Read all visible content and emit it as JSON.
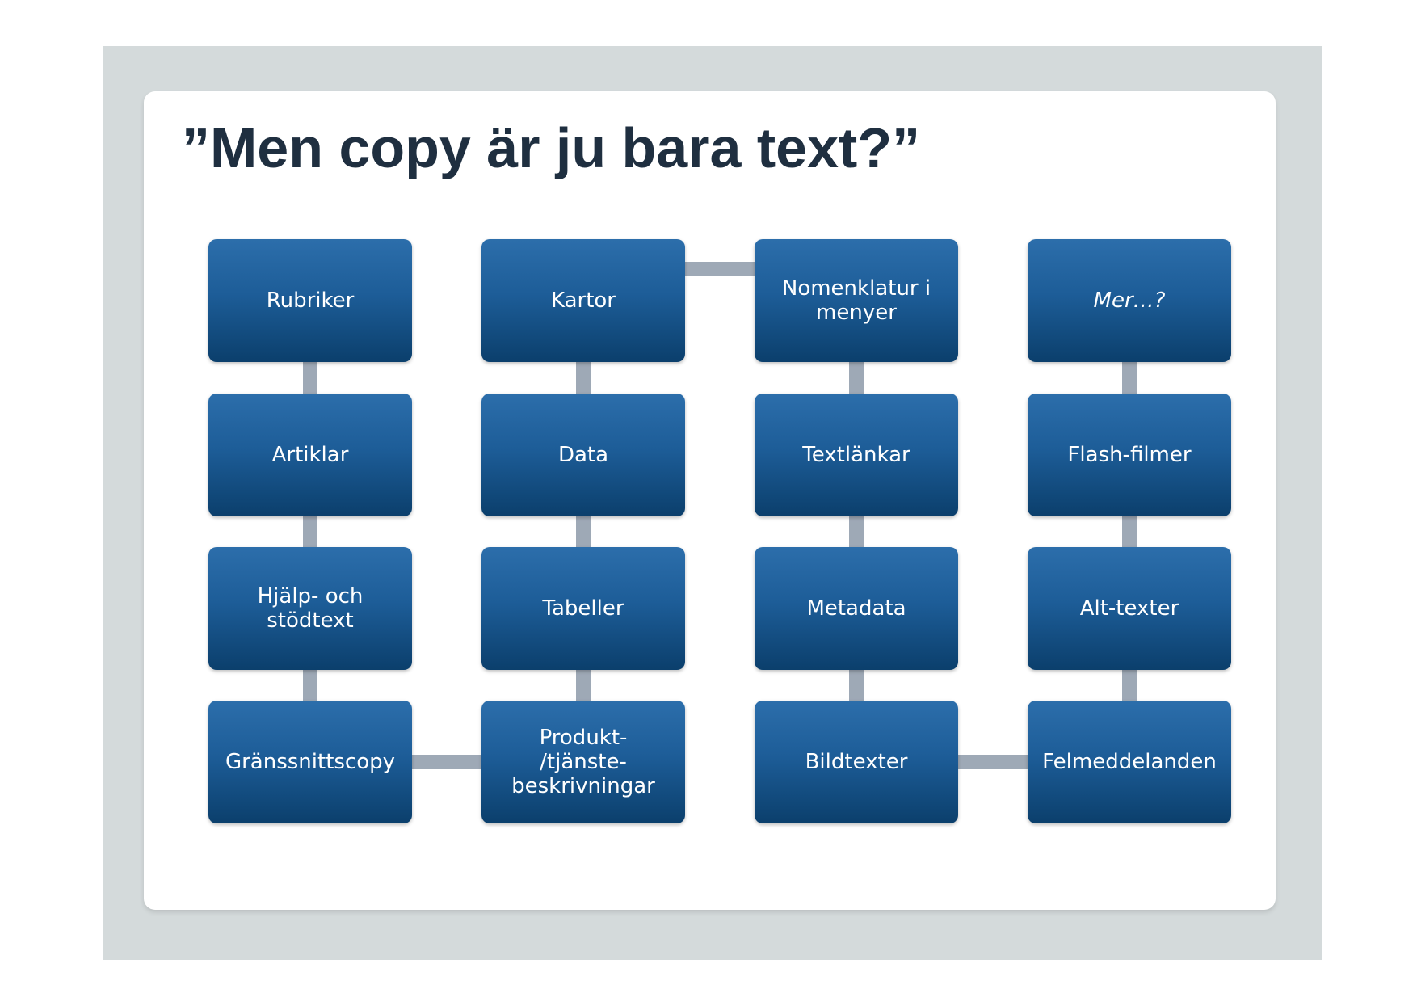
{
  "slide": {
    "title": "”Men copy är ju bara text?”"
  },
  "diagram": {
    "node_color_top": "#2c6eab",
    "node_color_bottom": "#0b3f6c",
    "connector_color": "#9ea9b6",
    "nodes": [
      {
        "label": "Rubriker"
      },
      {
        "label": "Artiklar"
      },
      {
        "label": "Hjälp- och\nstödtext"
      },
      {
        "label": "Gränssnittscopy"
      },
      {
        "label": "Produkt-\n/tjänste-\nbeskrivningar"
      },
      {
        "label": "Tabeller"
      },
      {
        "label": "Data"
      },
      {
        "label": "Kartor"
      },
      {
        "label": "Nomenklatur i\nmenyer"
      },
      {
        "label": "Textlänkar"
      },
      {
        "label": "Metadata"
      },
      {
        "label": "Bildtexter"
      },
      {
        "label": "Felmeddelanden"
      },
      {
        "label": "Alt-texter"
      },
      {
        "label": "Flash-filmer"
      },
      {
        "label": "Mer…?"
      }
    ]
  }
}
